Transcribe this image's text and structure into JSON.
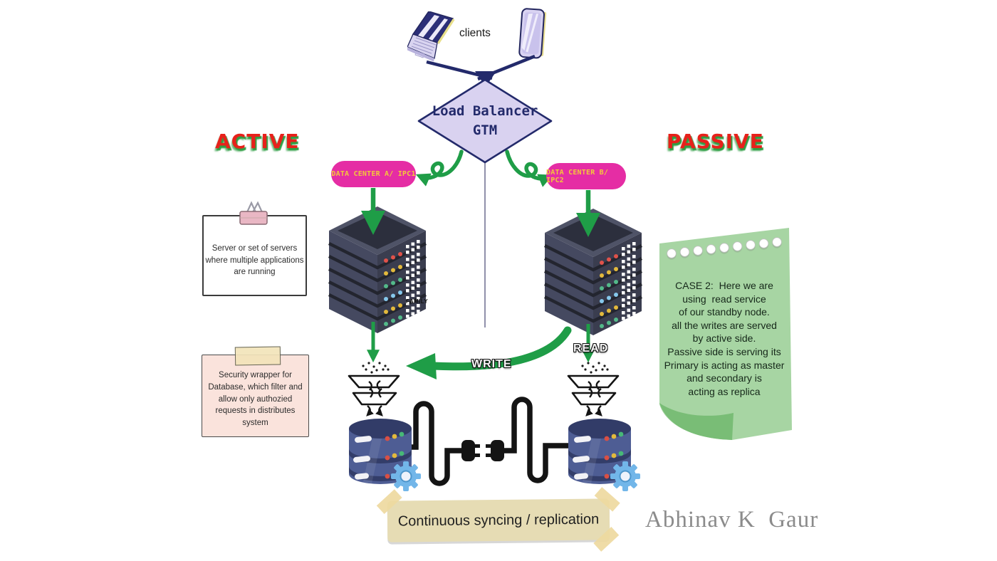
{
  "clients_label": "clients",
  "load_balancer": {
    "line1": "Load Balancer",
    "line2": "GTM"
  },
  "side_labels": {
    "active": "ACTIVE",
    "passive": "PASSIVE"
  },
  "data_centers": {
    "a": "DATA CENTER A/ IPC1",
    "b": "DATA CENTER B/ IPC2"
  },
  "flow_labels": {
    "write": "WRITE",
    "read": "READ"
  },
  "notes": {
    "servers": "Server or set of servers\nwhere multiple applications\nare running",
    "security": "Security wrapper for\nDatabase, which filter and\nallow only authozied\nrequests in distributes\nsystem",
    "case2": "CASE 2:  Here we are\nusing  read service\nof our standby node.\nall the writes are served\nby active side.\nPassive side is serving its\nPrimary is acting as master\nand secondary is\nacting as replica"
  },
  "banner_text": "Continuous syncing / replication",
  "signature": "Abhinav K  Gaur",
  "watermark": "FAMILY",
  "icons": {
    "laptop": "laptop-icon",
    "phone": "smartphone-icon",
    "server": "server-rack-icon",
    "filter": "filter-funnel-icon",
    "database": "database-icon",
    "gear": "gear-icon",
    "plug": "power-plug-icon",
    "binder_clip": "binder-clip-icon",
    "tape": "tape-icon"
  },
  "colors": {
    "arrow_green": "#1f9d47",
    "navy": "#232a6b",
    "badge_magenta": "#e52da4",
    "badge_text_yellow": "#f3c73b",
    "label_red": "#e7211b",
    "label_shadow_green": "#2f9e44",
    "diamond_lavender": "#d9d2f0",
    "note_green": "#a7d5a3",
    "note_pink": "#fae3dc",
    "banner_tan": "#e6dcb4",
    "server_gray": "#454960",
    "db_blue": "#4e5d94",
    "gear_blue": "#72b6e9",
    "signature_gray": "#8b8b8b"
  }
}
